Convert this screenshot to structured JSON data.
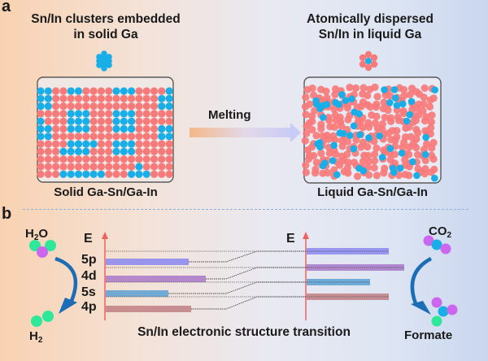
{
  "panel_a": {
    "label": "a",
    "left_title_line1": "Sn/In clusters embedded",
    "left_title_line2": "in solid Ga",
    "right_title_line1": "Atomically dispersed",
    "right_title_line2": "Sn/In in liquid Ga",
    "arrow_label": "Melting",
    "left_caption": "Solid Ga-Sn/Ga-In",
    "right_caption": "Liquid Ga-Sn/Ga-In"
  },
  "panel_b": {
    "label": "b",
    "energy_axis_label": "E",
    "orbitals": [
      "5p",
      "4d",
      "5s",
      "4p"
    ],
    "orbital_colors": [
      "#8a87f0",
      "#a878c8",
      "#5aa0d2",
      "#bf7f84"
    ],
    "transition_caption": "Sn/In electronic structure transition",
    "left_reaction": {
      "reactant": "H",
      "reactant_sub": "2",
      "reactant_tail": "O",
      "product": "H",
      "product_sub": "2"
    },
    "right_reaction": {
      "reactant": "CO",
      "reactant_sub": "2",
      "product": "Formate"
    }
  },
  "colors": {
    "ga_atom": "#f77a7a",
    "sn_in_atom": "#18aee8",
    "hydrogen_atom": "#2ee89a",
    "oxygen_atom": "#cc66ee",
    "arrow_blue": "#1b6db5",
    "axis_red": "#f06060"
  }
}
